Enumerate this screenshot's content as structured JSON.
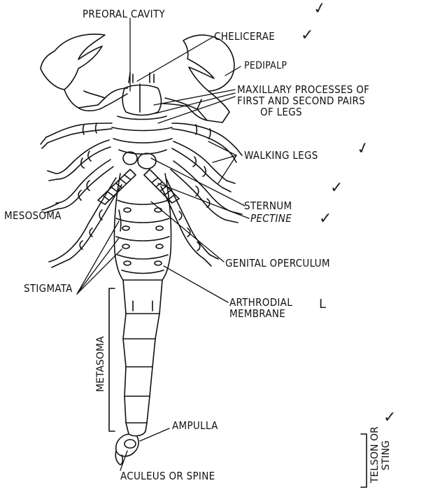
{
  "labels": {
    "preoral_cavity": "PREORAL CAVITY",
    "chelicerae": "CHELICERAE",
    "pedipalp": "PEDIPALP",
    "maxillary_1": "MAXILLARY PROCESSES OF",
    "maxillary_2": "FIRST AND SECOND PAIRS",
    "maxillary_3": "OF LEGS",
    "walking_legs": "WALKING LEGS",
    "sternum": "STERNUM",
    "mesosoma": "MESOSOMA",
    "pectine": "PECTINE",
    "genital_operculum": "GENITAL OPERCULUM",
    "stigmata": "STIGMATA",
    "arthrodial_1": "ARTHRODIAL",
    "arthrodial_2": "MEMBRANE",
    "metasoma": "METASOMA",
    "ampulla": "AMPULLA",
    "telson_1": "TELSON OR",
    "telson_2": "STING",
    "aculeus": "ACULEUS OR SPINE"
  },
  "marks": {
    "check": "✓",
    "cross_l": "L"
  }
}
